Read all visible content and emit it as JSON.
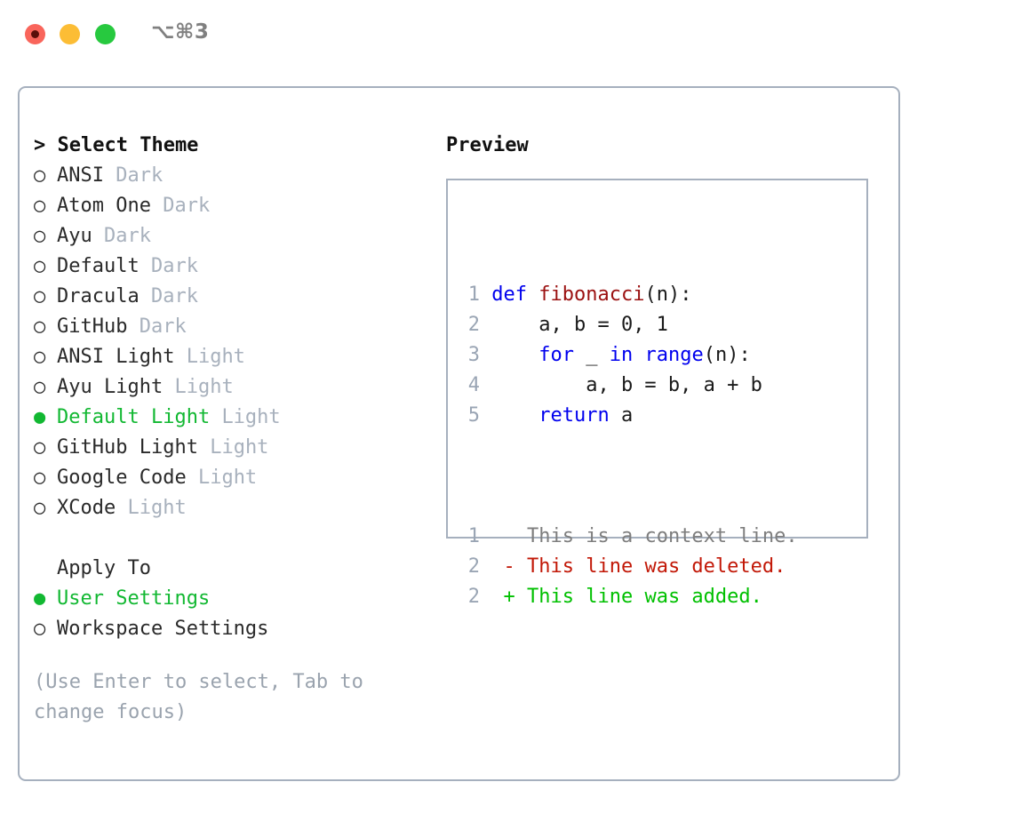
{
  "titlebar": {
    "shortcut": "⌥⌘3",
    "buttons": [
      {
        "name": "close",
        "color": "#f9655b"
      },
      {
        "name": "minimize",
        "color": "#fcbd35"
      },
      {
        "name": "zoom",
        "color": "#27c93f"
      }
    ]
  },
  "theme_picker": {
    "heading": "> Select Theme",
    "bullet_unselected": "○",
    "bullet_selected": "●",
    "items": [
      {
        "bullet": "○",
        "name": "ANSI",
        "variant": "Dark",
        "selected": false
      },
      {
        "bullet": "○",
        "name": "Atom One",
        "variant": "Dark",
        "selected": false
      },
      {
        "bullet": "○",
        "name": "Ayu",
        "variant": "Dark",
        "selected": false
      },
      {
        "bullet": "○",
        "name": "Default",
        "variant": "Dark",
        "selected": false
      },
      {
        "bullet": "○",
        "name": "Dracula",
        "variant": "Dark",
        "selected": false
      },
      {
        "bullet": "○",
        "name": "GitHub",
        "variant": "Dark",
        "selected": false
      },
      {
        "bullet": "○",
        "name": "ANSI Light",
        "variant": "Light",
        "selected": false
      },
      {
        "bullet": "○",
        "name": "Ayu Light",
        "variant": "Light",
        "selected": false
      },
      {
        "bullet": "●",
        "name": "Default Light",
        "variant": "Light",
        "selected": true
      },
      {
        "bullet": "○",
        "name": "GitHub Light",
        "variant": "Light",
        "selected": false
      },
      {
        "bullet": "○",
        "name": "Google Code",
        "variant": "Light",
        "selected": false
      },
      {
        "bullet": "○",
        "name": "XCode",
        "variant": "Light",
        "selected": false
      }
    ]
  },
  "apply_to": {
    "heading": "Apply To",
    "items": [
      {
        "bullet": "●",
        "name": "User Settings",
        "selected": true
      },
      {
        "bullet": "○",
        "name": "Workspace Settings",
        "selected": false
      }
    ]
  },
  "hint": "(Use Enter to select, Tab to change focus)",
  "preview": {
    "title": "Preview",
    "code_lines": [
      {
        "num": "1",
        "spans": [
          {
            "t": "def ",
            "c": "kw"
          },
          {
            "t": "fibonacci",
            "c": "fn"
          },
          {
            "t": "(n):",
            "c": "txt"
          }
        ]
      },
      {
        "num": "2",
        "spans": [
          {
            "t": "    a, b = 0, 1",
            "c": "txt"
          }
        ]
      },
      {
        "num": "3",
        "spans": [
          {
            "t": "    ",
            "c": "txt"
          },
          {
            "t": "for",
            "c": "kw"
          },
          {
            "t": " _ ",
            "c": "txt"
          },
          {
            "t": "in range",
            "c": "kw"
          },
          {
            "t": "(n):",
            "c": "txt"
          }
        ]
      },
      {
        "num": "4",
        "spans": [
          {
            "t": "        a, b = b, a + b",
            "c": "txt"
          }
        ]
      },
      {
        "num": "5",
        "spans": [
          {
            "t": "    ",
            "c": "txt"
          },
          {
            "t": "return",
            "c": "kw"
          },
          {
            "t": " a",
            "c": "txt"
          }
        ]
      }
    ],
    "diff_lines": [
      {
        "num": "1",
        "marker": "  ",
        "text": "This is a context line.",
        "kind": "ctx"
      },
      {
        "num": "2",
        "marker": "- ",
        "text": "This line was deleted.",
        "kind": "del"
      },
      {
        "num": "2",
        "marker": "+ ",
        "text": "This line was added.",
        "kind": "add"
      }
    ]
  },
  "colors": {
    "selected_green": "#12b832",
    "border": "#a6b0be",
    "muted": "#a8b1bd",
    "hint": "#9aa3ae",
    "line_number": "#9aa5b4",
    "keyword": "#0000ee",
    "function": "#9b1111",
    "diff_deleted": "#c21807",
    "diff_added": "#00c000"
  }
}
